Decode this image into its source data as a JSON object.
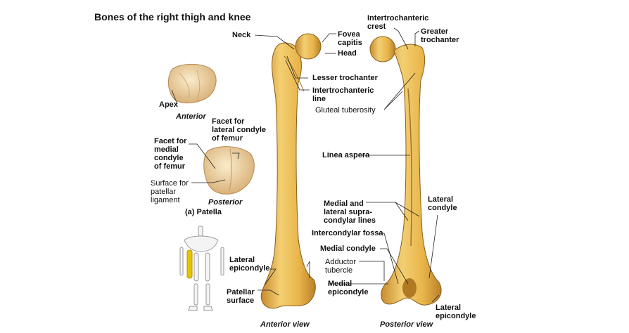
{
  "title": "Bones of the right thigh and knee",
  "colors": {
    "bone": "#e9b64a",
    "bone_shadow": "#b7812a",
    "bone_light": "#f6d98a",
    "patella": "#f0dcae",
    "highlight": "#e6c200"
  },
  "labels": {
    "neck": "Neck",
    "fovea_capitis": "Fovea\ncapitis",
    "head": "Head",
    "intertrochanteric_crest": "Intertrochanteric\ncrest",
    "greater_trochanter": "Greater\ntrochanter",
    "lesser_trochanter": "Lesser trochanter",
    "intertrochanteric_line": "Intertrochanteric\nline",
    "gluteal_tuberosity": "Gluteal tuberosity",
    "linea_aspera": "Linea aspera",
    "medial_lateral_supracondylar": "Medial and\nlateral supra-\ncondylar lines",
    "lateral_condyle": "Lateral\ncondyle",
    "intercondylar_fossa": "Intercondylar fossa",
    "medial_condyle": "Medial condyle",
    "adductor_tubercle": "Adductor\ntubercle",
    "medial_epicondyle": "Medial\nepicondyle",
    "lateral_epicondyle_left": "Lateral\nepicondyle",
    "patellar_surface": "Patellar\nsurface",
    "lateral_epicondyle_right": "Lateral\nepicondyle",
    "apex": "Apex",
    "anterior": "Anterior",
    "facet_lateral": "Facet for\nlateral condyle\nof femur",
    "facet_medial": "Facet for\nmedial\ncondyle\nof femur",
    "surface_patellar_ligament": "Surface for\npatellar\nligament",
    "posterior": "Posterior",
    "patella_caption": "(a) Patella",
    "anterior_view": "Anterior view",
    "posterior_view": "Posterior view"
  }
}
